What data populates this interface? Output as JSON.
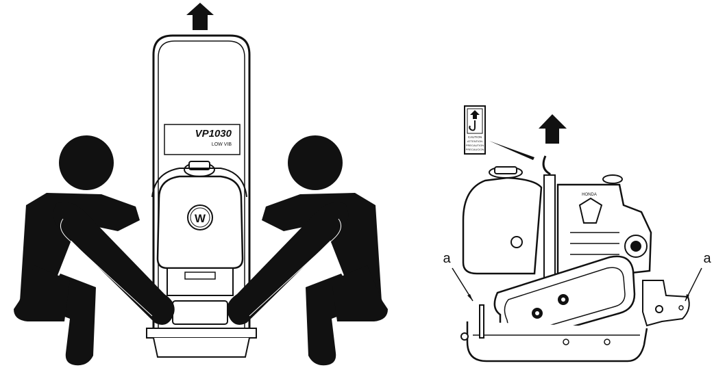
{
  "left_figure": {
    "model_label": "VP1030",
    "model_sublabel": "LOW VIB",
    "logo_letter": "W"
  },
  "right_figure": {
    "decal": {
      "line1": "CAUTION",
      "line2": "ATTENTION",
      "line3": "PRECAUTION",
      "line4": "PRECAUCION"
    },
    "engine_brand": "HONDA",
    "callout_left": "a",
    "callout_right": "a"
  },
  "colors": {
    "ink": "#1a1a1a",
    "paper": "#ffffff"
  }
}
